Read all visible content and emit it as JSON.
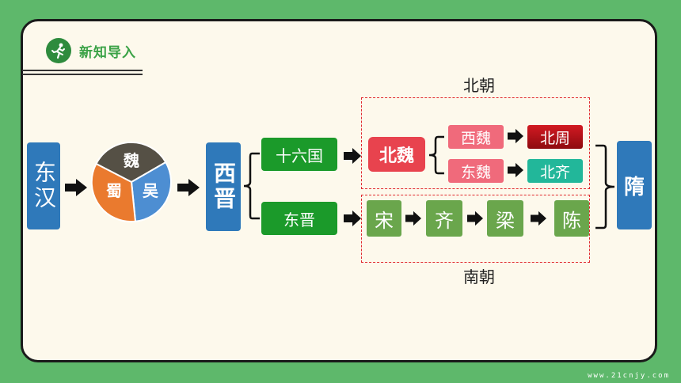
{
  "header": {
    "title": "新知导入",
    "icon": "running-person-icon"
  },
  "timeline": {
    "donghan": "东汉",
    "three_kingdoms": {
      "wei": "魏",
      "shu": "蜀",
      "wu": "吴"
    },
    "xijin": "西晋",
    "shiliuguo": "十六国",
    "dongjin": "东晋",
    "beichao_label": "北朝",
    "nanchao_label": "南朝",
    "beiwei": "北魏",
    "xiwei": "西魏",
    "beizhou": "北周",
    "dongwei": "东魏",
    "beiqi": "北齐",
    "song": "宋",
    "qi": "齐",
    "liang": "梁",
    "chen": "陈",
    "sui": "隋"
  },
  "footer": {
    "watermark": "www.21cnjy.com"
  },
  "colors": {
    "background": "#5eb86b",
    "card": "#fdf9ec",
    "blue": "#2f79ba",
    "green": "#1b9a2a",
    "light_green": "#6aa64c",
    "red": "#e8434e",
    "pink": "#f06a7b",
    "dark_red": "#c0101a",
    "teal": "#22b79a",
    "pie_wei": "#555045",
    "pie_shu": "#ea7a2e",
    "pie_wu": "#4d8ed2"
  }
}
